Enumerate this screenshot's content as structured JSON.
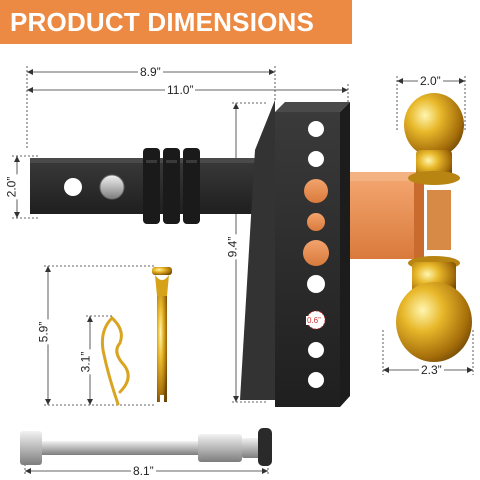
{
  "banner": {
    "title": "PRODUCT DIMENSIONS"
  },
  "dimensions": {
    "shank_to_plate_length": "8.9”",
    "overall_length": "11.0”",
    "shank_height": "2.0”",
    "drop_plate_height": "9.4”",
    "upper_ball_diameter": "2.0”",
    "lower_ball_diameter": "2.3”",
    "hole_spacing": "0.6”",
    "pin_length": "5.9”",
    "clip_length": "3.1”",
    "lock_length": "8.1”"
  },
  "colors": {
    "banner": "#ec8a43",
    "steel": "#2b2b2b",
    "orange": "#e88b52",
    "gold": "#d6a21a"
  }
}
